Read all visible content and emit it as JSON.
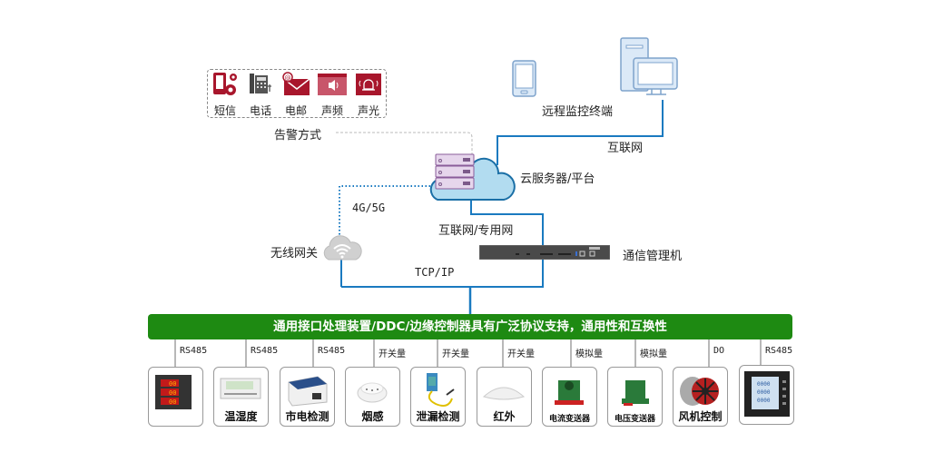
{
  "alarm": {
    "title": "告警方式",
    "items": [
      {
        "label": "短信",
        "icon": "sms-gear-icon"
      },
      {
        "label": "电话",
        "icon": "telephone-icon"
      },
      {
        "label": "电邮",
        "icon": "email-icon"
      },
      {
        "label": "声频",
        "icon": "speaker-icon"
      },
      {
        "label": "声光",
        "icon": "alarm-light-icon"
      }
    ]
  },
  "remote": {
    "label": "远程监控终端",
    "link_label": "互联网"
  },
  "cloud": {
    "label": "云服务器/平台"
  },
  "wireless": {
    "label": "无线网关",
    "link_label": "4G/5G"
  },
  "comm": {
    "label": "通信管理机",
    "link_label": "互联网/专用网"
  },
  "tcp_label": "TCP/IP",
  "bus": {
    "label": "通用接口处理装置/DDC/边缘控制器具有广泛协议支持，通用性和互换性"
  },
  "devices": [
    {
      "protocol": "RS485",
      "name": "",
      "icon": "power-meter-icon"
    },
    {
      "protocol": "RS485",
      "name": "温湿度",
      "icon": "temp-humidity-sensor-icon"
    },
    {
      "protocol": "RS485",
      "name": "市电检测",
      "icon": "mains-detector-icon"
    },
    {
      "protocol": "开关量",
      "name": "烟感",
      "icon": "smoke-detector-icon"
    },
    {
      "protocol": "开关量",
      "name": "泄漏检测",
      "icon": "leak-detector-icon"
    },
    {
      "protocol": "开关量",
      "name": "红外",
      "icon": "infrared-sensor-icon"
    },
    {
      "protocol": "模拟量",
      "name": "电流变送器",
      "icon": "current-transmitter-icon"
    },
    {
      "protocol": "模拟量",
      "name": "电压变送器",
      "icon": "voltage-transmitter-icon"
    },
    {
      "protocol": "DO",
      "name": "风机控制",
      "icon": "fan-icon"
    },
    {
      "protocol": "RS485",
      "name": "",
      "icon": "lcd-meter-icon"
    }
  ],
  "colors": {
    "link_blue": "#1a7ac0",
    "bus_green": "#1e8a12",
    "alarm_red": "#a8162c",
    "cloud_fill": "#b2dcf0"
  }
}
